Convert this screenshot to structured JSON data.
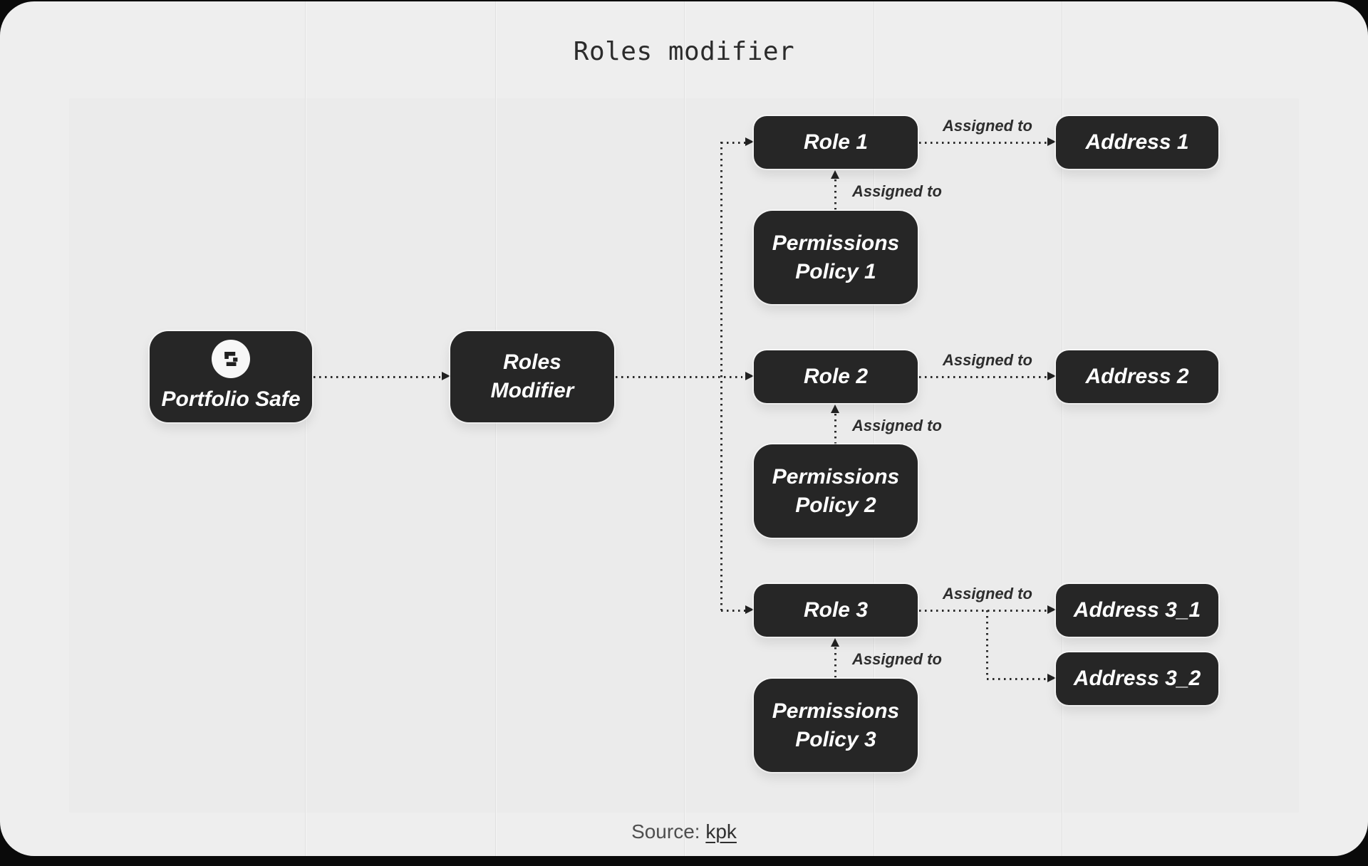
{
  "title": "Roles modifier",
  "source": {
    "label": "Source:",
    "link_text": "kpk"
  },
  "edges": {
    "assigned_to": "Assigned to"
  },
  "nodes": {
    "portfolio_safe": {
      "label": "Portfolio Safe",
      "icon": "kpk-safe-logo"
    },
    "roles_modifier": {
      "line1": "Roles",
      "line2": "Modifier"
    },
    "role_1": {
      "label": "Role 1"
    },
    "role_2": {
      "label": "Role 2"
    },
    "role_3": {
      "label": "Role 3"
    },
    "permissions_policy_1": {
      "line1": "Permissions",
      "line2": "Policy 1"
    },
    "permissions_policy_2": {
      "line1": "Permissions",
      "line2": "Policy 2"
    },
    "permissions_policy_3": {
      "line1": "Permissions",
      "line2": "Policy 3"
    },
    "address_1": {
      "label": "Address 1"
    },
    "address_2": {
      "label": "Address 2"
    },
    "address_3_1": {
      "label": "Address 3_1"
    },
    "address_3_2": {
      "label": "Address 3_2"
    }
  },
  "colors": {
    "frame": "#0a0a0a",
    "panel": "#eeeeee",
    "node_bg": "#262626",
    "node_text": "#ffffff",
    "connector": "#2a2a2a",
    "edge_label_text": "#2d2d2d",
    "grid_line": "#e0e0e0"
  }
}
